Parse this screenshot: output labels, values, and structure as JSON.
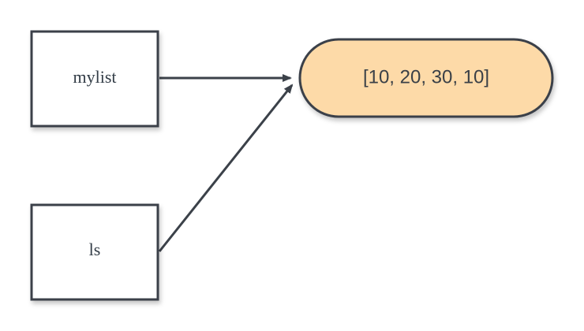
{
  "colors": {
    "stroke": "#3b4149",
    "box_fill": "#ffffff",
    "object_fill": "#fddaa8",
    "text": "#333d47"
  },
  "variables": [
    {
      "name": "mylist"
    },
    {
      "name": "ls"
    }
  ],
  "object": {
    "value": "[10, 20, 30, 10]"
  }
}
